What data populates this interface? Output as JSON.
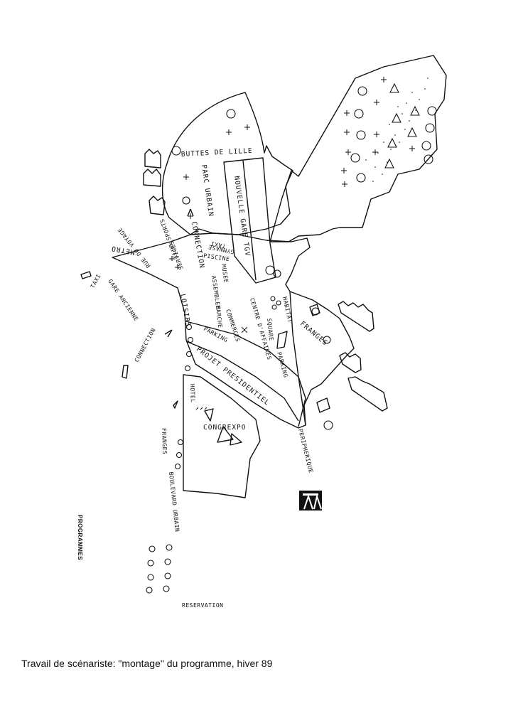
{
  "labels": {
    "buttes_de_lille": "BUTTES DE LILLE",
    "parc_urbain": "PARC URBAIN",
    "nouvelle_gare_tgv": "NOUVELLE GARE TGV",
    "metro": "METRO",
    "connection_top": "CONNECTION",
    "taxi_station": "TAXI",
    "gymnase": "GYMNASE",
    "piscine": "PISCINE",
    "musee": "MUSEE",
    "assemblee": "ASSEMBLEE",
    "marche": "MARCHE",
    "loisirs": "LOISIRS",
    "club_sports": "CLUB SPORTS",
    "services": "SERVICES",
    "rue_du_voyage": "RUE DU VOYAGE",
    "taxi_left": "TAXI",
    "gare_ancienne": "GARE ANCIENNE",
    "connection_left": "CONNECTION",
    "commerces": "COMMERCES",
    "parking": "PARKING",
    "projet_presidentiel": "PROJET PRESIDENTIEL",
    "centre_d_affaires": "CENTRE D'AFFAIRES",
    "habitat": "HABITAT",
    "square": "SQUARE",
    "parking_right": "PARKING",
    "franges_right": "FRANGES",
    "hotel": "HOTEL",
    "congrexpo": "CONGREXPO",
    "franges_left": "FRANGES",
    "boulevard_urbain": "BOULEVARD URBAIN",
    "peripherique": "PERIPHERIQUE",
    "programmes": "PROGRAMMES",
    "reservation": "RESERVATION"
  },
  "caption": "Travail de scénariste: \"montage\" du programme, hiver 89",
  "icons": {
    "trees": "tree-icon",
    "crosses": "cross-icon",
    "highway_sign": "highway-sign-icon",
    "city_skyline": "skyline-icon"
  }
}
